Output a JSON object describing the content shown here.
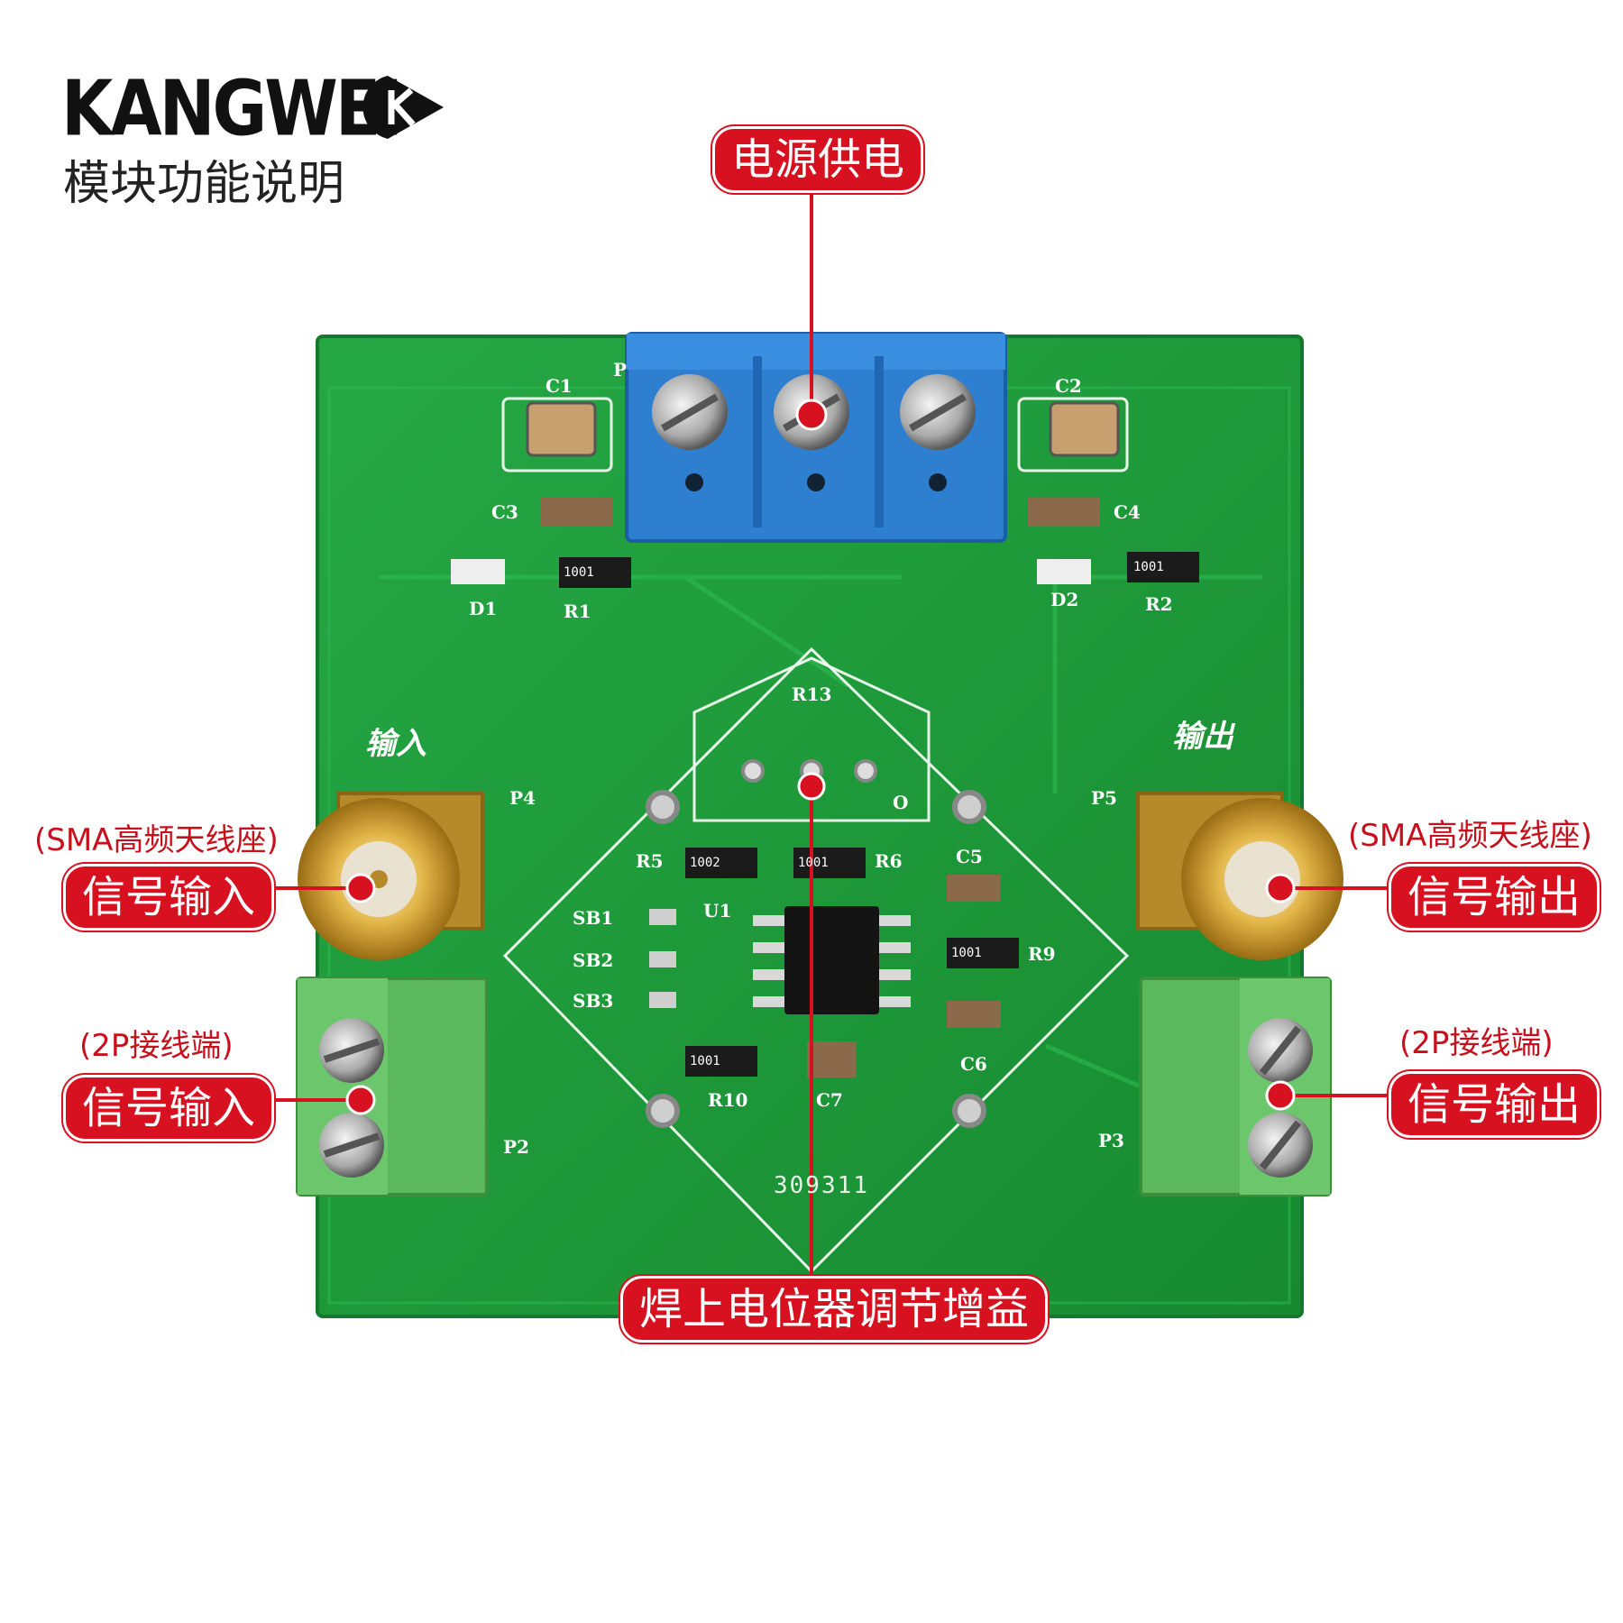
{
  "brand": {
    "name": "KANGWEI",
    "subtitle": "模块功能说明"
  },
  "callouts": {
    "power": "电源供电",
    "gain": "焊上电位器调节增益",
    "sma_in_note": "(SMA高频天线座)",
    "sma_in": "信号输入",
    "term_in_note": "(2P接线端)",
    "term_in": "信号输入",
    "sma_out_note": "(SMA高频天线座)",
    "sma_out": "信号输出",
    "term_out_note": "(2P接线端)",
    "term_out": "信号输出"
  },
  "silkscreen": {
    "c1": "C1",
    "c2": "C2",
    "c3": "C3",
    "c4": "C4",
    "c5": "C5",
    "c6": "C6",
    "c7": "C7",
    "d1": "D1",
    "d2": "D2",
    "r1": "R1",
    "r2": "R2",
    "r5": "R5",
    "r6": "R6",
    "r9": "R9",
    "r10": "R10",
    "r13": "R13",
    "p": "P",
    "p2": "P2",
    "p3": "P3",
    "p4": "P4",
    "p5": "P5",
    "u1": "U1",
    "sb1": "SB1",
    "sb2": "SB2",
    "sb3": "SB3",
    "o": "O",
    "input_cn": "输入",
    "output_cn": "输出",
    "serial": "309311"
  },
  "resistor_codes": {
    "r1": "1001",
    "r2": "1001",
    "r5": "1002",
    "r6": "1001",
    "r9": "1001",
    "r10": "1001"
  },
  "colors": {
    "pcb": "#1f9e3a",
    "callout_red": "#d7111f",
    "terminal_blue": "#2f7fd0",
    "terminal_green": "#5cb85c",
    "gold": "#d9a93a"
  }
}
